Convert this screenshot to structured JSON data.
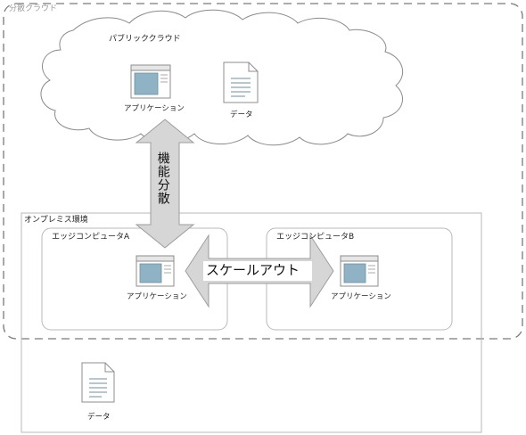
{
  "regions": {
    "distributed_cloud": "分散クラウド",
    "public_cloud": "パブリッククラウド",
    "on_premise": "オンプレミス環境",
    "edge_a": "エッジコンピュータA",
    "edge_b": "エッジコンピュータB"
  },
  "nodes": {
    "cloud_app": "アプリケーション",
    "cloud_data": "データ",
    "edge_a_app": "アプリケーション",
    "edge_b_app": "アプリケーション",
    "onprem_data": "データ"
  },
  "arrows": {
    "function_split": "機能分散",
    "scale_out": "スケールアウト"
  },
  "colors": {
    "dashed_border": "#7a7a7a",
    "box_border": "#b8b8b8",
    "arrow_fill": "#d6d6d6",
    "arrow_stroke": "#9c9c9c",
    "app_screen": "#8fb3c4"
  }
}
